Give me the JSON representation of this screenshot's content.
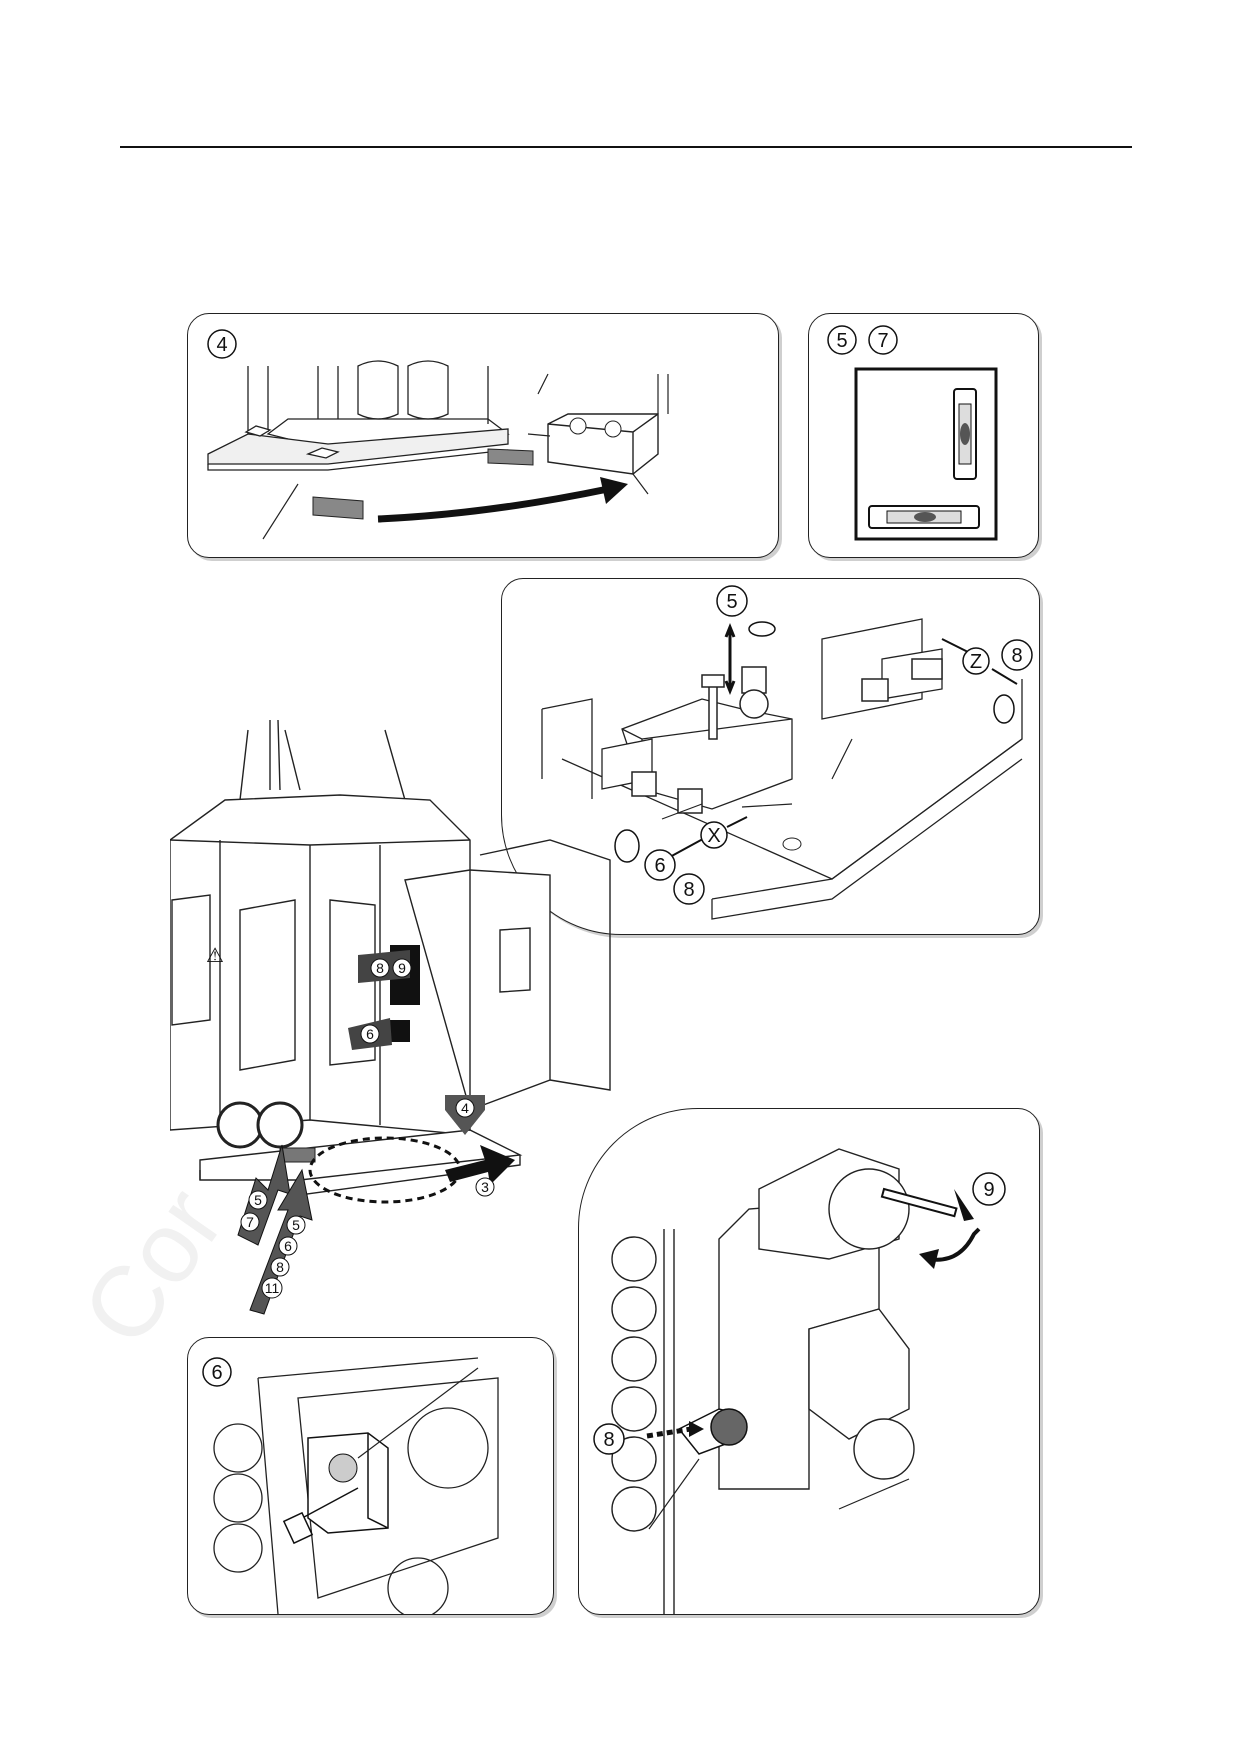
{
  "watermark": "Cor",
  "panels": {
    "p4": {
      "step": "4"
    },
    "p57": {
      "steps": [
        "5",
        "7"
      ]
    },
    "padjust": {
      "steps": [
        "5",
        "8",
        "6",
        "8"
      ],
      "axes": [
        "Z",
        "X"
      ]
    },
    "p6": {
      "step": "6"
    },
    "p9": {
      "steps": [
        "9",
        "8"
      ]
    }
  },
  "main": {
    "arrow_labels": [
      "8",
      "9",
      "6",
      "4",
      "3"
    ],
    "stack_front": [
      "5",
      "7"
    ],
    "stack_bottom": [
      "5",
      "6",
      "8",
      "11"
    ]
  }
}
